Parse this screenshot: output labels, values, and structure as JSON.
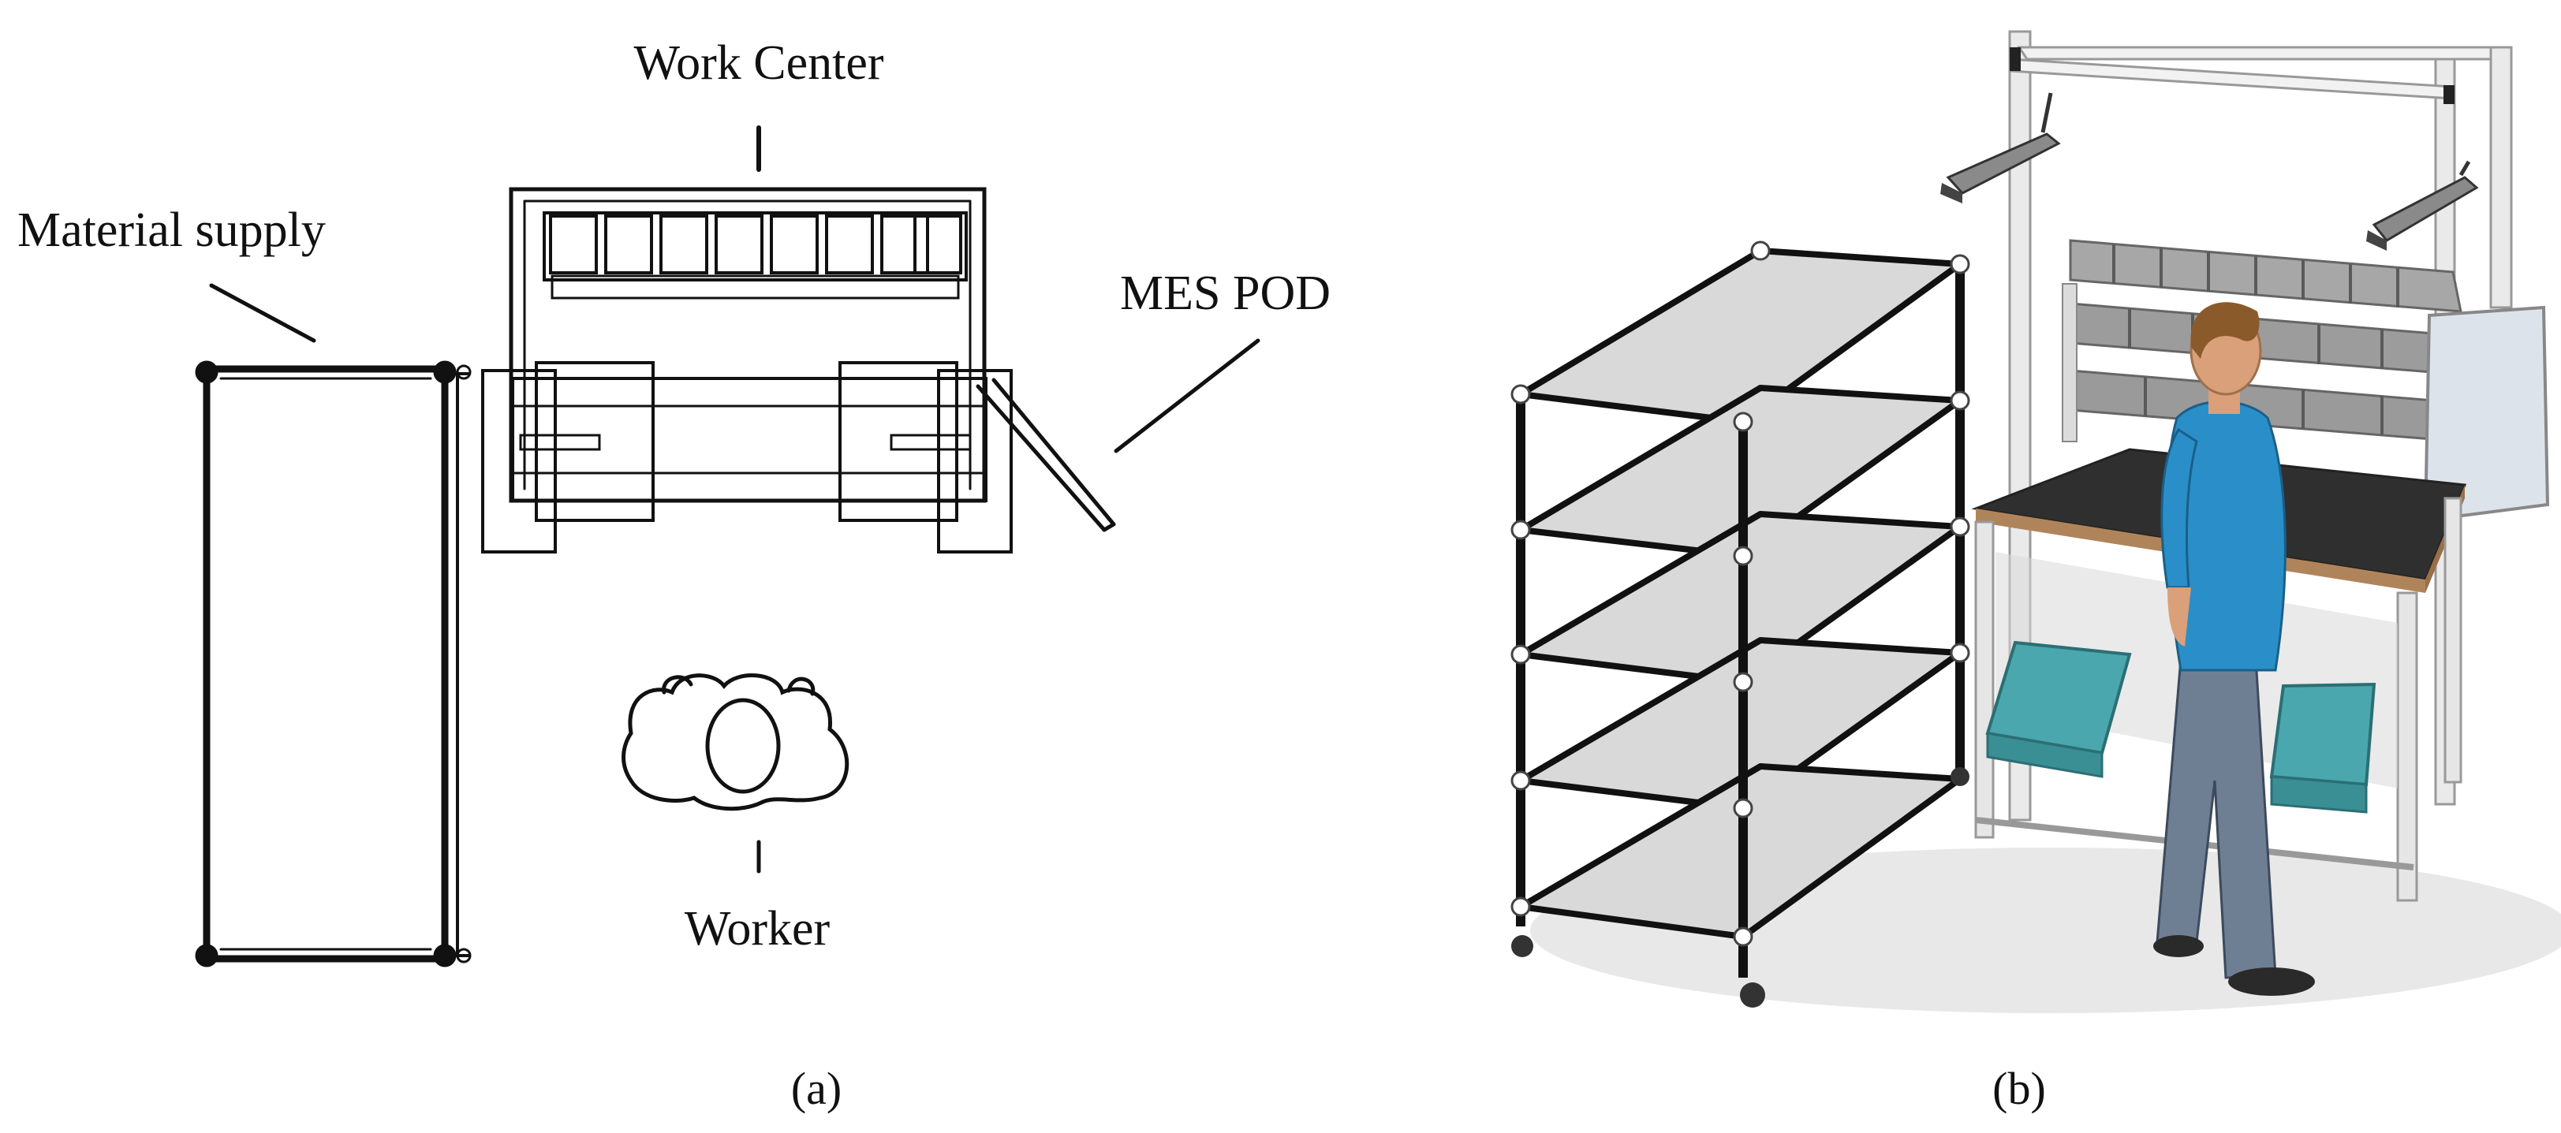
{
  "panel_a": {
    "labels": {
      "work_center": "Work Center",
      "material_supply": "Material supply",
      "mes_pod": "MES POD",
      "worker": "Worker"
    },
    "caption": "(a)"
  },
  "panel_b": {
    "caption": "(b)"
  },
  "colors": {
    "line": "#111111",
    "shelf_fill": "#d9d9d9",
    "frame": "#eeeeee",
    "bin": "#9a9a9a",
    "shirt": "#2a8fc8",
    "jeans": "#6f7f93",
    "tray": "#4aa7ad",
    "desk_top": "#2f2f2f",
    "desk_edge": "#b0845a"
  }
}
